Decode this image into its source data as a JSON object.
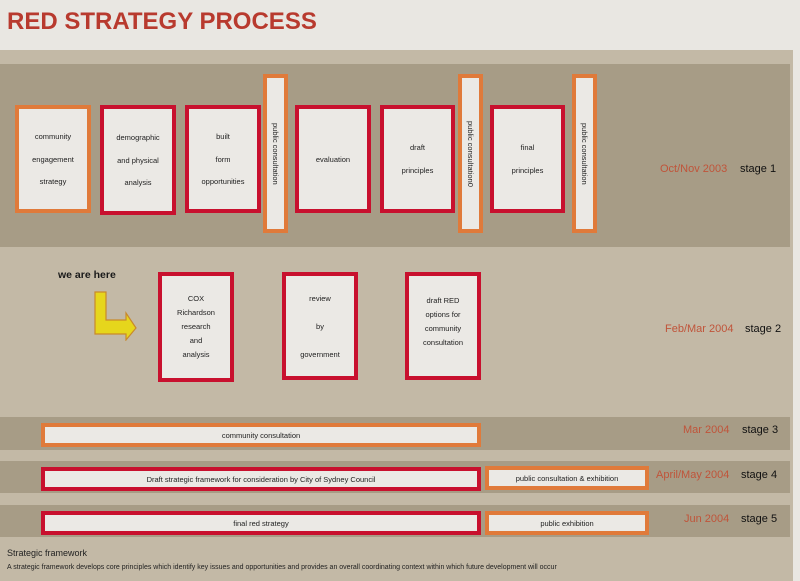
{
  "title": "RED STRATEGY PROCESS",
  "colors": {
    "title": "#b83a2e",
    "red_border": "#c8102e",
    "orange_border": "#e07a3a",
    "date_text": "#c0543a",
    "arrow_fill": "#e6d61c",
    "panel": "#c3b9a6",
    "band": "#a79c86"
  },
  "stages": [
    {
      "date": "Oct/Nov 2003",
      "label": "stage 1",
      "items": [
        {
          "type": "box",
          "border": "orange",
          "lines": [
            "community",
            "engagement",
            "strategy"
          ]
        },
        {
          "type": "box",
          "border": "red",
          "lines": [
            "demographic",
            "and physical",
            "analysis"
          ]
        },
        {
          "type": "box",
          "border": "red",
          "lines": [
            "built",
            "form",
            "opportunities"
          ]
        },
        {
          "type": "vertical-bar",
          "border": "orange",
          "text": "public consultation"
        },
        {
          "type": "box",
          "border": "red",
          "lines": [
            "evaluation"
          ]
        },
        {
          "type": "box",
          "border": "red",
          "lines": [
            "draft",
            "principles"
          ]
        },
        {
          "type": "vertical-bar",
          "border": "orange",
          "text": "public consultation0"
        },
        {
          "type": "box",
          "border": "red",
          "lines": [
            "final",
            "principles"
          ]
        },
        {
          "type": "vertical-bar",
          "border": "orange",
          "text": "public consultation"
        }
      ]
    },
    {
      "date": "Feb/Mar 2004",
      "label": "stage 2",
      "marker": {
        "text": "we are here",
        "icon": "yellow-bent-arrow"
      },
      "items": [
        {
          "type": "box",
          "border": "red",
          "lines": [
            "COX",
            "Richardson",
            "research",
            "and",
            "analysis"
          ]
        },
        {
          "type": "box",
          "border": "red",
          "lines": [
            "review",
            "by",
            "government"
          ]
        },
        {
          "type": "box",
          "border": "red",
          "lines": [
            "draft RED",
            "options for",
            "community",
            "consultation"
          ]
        }
      ]
    },
    {
      "date": "Mar 2004",
      "label": "stage 3",
      "bars": [
        {
          "border": "orange",
          "text": "community consultation"
        }
      ]
    },
    {
      "date": "April/May 2004",
      "label": "stage 4",
      "bars": [
        {
          "border": "red",
          "text": "Draft strategic framework for consideration by City of Sydney Council"
        },
        {
          "border": "orange",
          "text": "public consultation & exhibition"
        }
      ]
    },
    {
      "date": "Jun 2004",
      "label": "stage 5",
      "bars": [
        {
          "border": "red",
          "text": "final red strategy"
        },
        {
          "border": "orange",
          "text": "public exhibition"
        }
      ]
    }
  ],
  "footer": {
    "title": "Strategic framework",
    "text": "A strategic framework develops core principles which identify key issues and opportunities and provides an overall coordinating context within which future development will occur"
  }
}
